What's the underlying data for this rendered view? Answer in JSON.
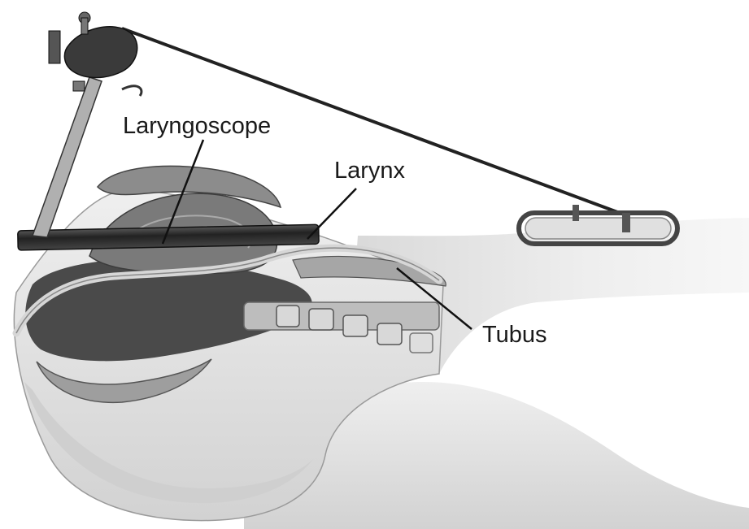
{
  "labels": {
    "laryngoscope": "Laryngoscope",
    "larynx": "Larynx",
    "tubus": "Tubus"
  },
  "colors": {
    "background": "#ffffff",
    "tissue_light": "#e6e6e6",
    "tissue_mid": "#bdbdbd",
    "tissue_dark": "#4a4a4a",
    "metal": "#2b2b2b",
    "label_text": "#1a1a1a"
  }
}
